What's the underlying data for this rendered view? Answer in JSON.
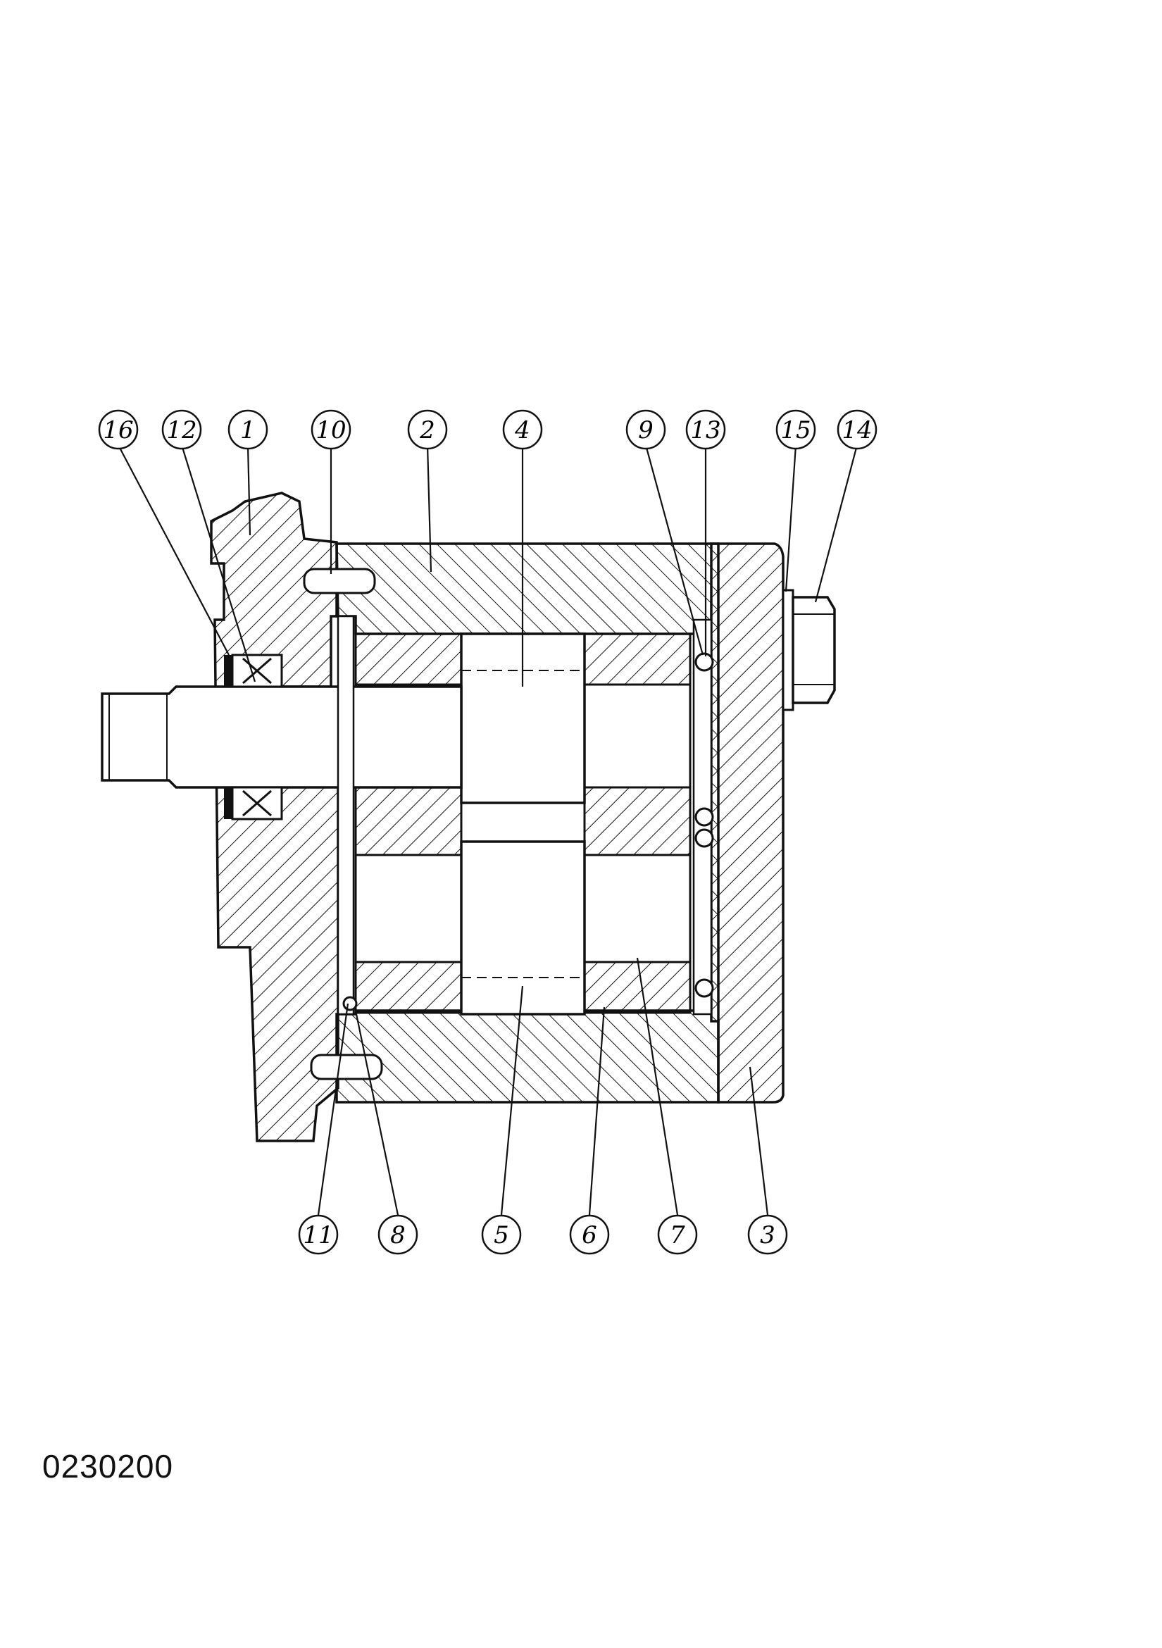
{
  "drawing": {
    "stroke_color": "#111111",
    "background": "#ffffff",
    "callouts_top": [
      "16",
      "12",
      "1",
      "10",
      "2",
      "4",
      "9",
      "13",
      "15",
      "14"
    ],
    "callouts_bottom": [
      "11",
      "8",
      "5",
      "6",
      "7",
      "3"
    ]
  },
  "document_code": "0230200"
}
